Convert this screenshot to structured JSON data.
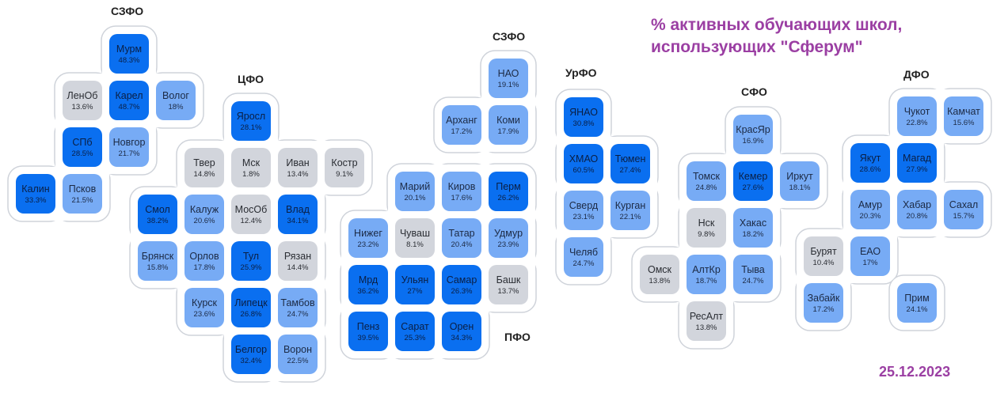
{
  "title": {
    "line1": "% активных обучающих школ,",
    "line2": "использующих \"Сферум\""
  },
  "date": "25.12.2023",
  "colors": {
    "dark": "#0a6ff0",
    "medium": "#77abf5",
    "gray": "#d2d5dc",
    "accent": "#9b3fa3"
  },
  "districts": [
    {
      "label": "СЗФО",
      "regions": [
        {
          "name": "Мурм",
          "value": "48.3%",
          "level": "dark"
        },
        {
          "name": "ЛенОб",
          "value": "13.6%",
          "level": "gray"
        },
        {
          "name": "Карел",
          "value": "48.7%",
          "level": "dark"
        },
        {
          "name": "Волог",
          "value": "18%",
          "level": "medium"
        },
        {
          "name": "СПб",
          "value": "28.5%",
          "level": "dark"
        },
        {
          "name": "Новгор",
          "value": "21.7%",
          "level": "medium"
        },
        {
          "name": "Калин",
          "value": "33.3%",
          "level": "dark"
        },
        {
          "name": "Псков",
          "value": "21.5%",
          "level": "medium"
        }
      ]
    },
    {
      "label": "ЦФО",
      "regions": [
        {
          "name": "Яросл",
          "value": "28.1%",
          "level": "dark"
        },
        {
          "name": "Твер",
          "value": "14.8%",
          "level": "gray"
        },
        {
          "name": "Мск",
          "value": "1.8%",
          "level": "gray"
        },
        {
          "name": "Иван",
          "value": "13.4%",
          "level": "gray"
        },
        {
          "name": "Костр",
          "value": "9.1%",
          "level": "gray"
        },
        {
          "name": "Смол",
          "value": "38.2%",
          "level": "dark"
        },
        {
          "name": "Калуж",
          "value": "20.6%",
          "level": "medium"
        },
        {
          "name": "МосОб",
          "value": "12.4%",
          "level": "gray"
        },
        {
          "name": "Влад",
          "value": "34.1%",
          "level": "dark"
        },
        {
          "name": "Брянск",
          "value": "15.8%",
          "level": "medium"
        },
        {
          "name": "Орлов",
          "value": "17.8%",
          "level": "medium"
        },
        {
          "name": "Тул",
          "value": "25.9%",
          "level": "dark"
        },
        {
          "name": "Рязан",
          "value": "14.4%",
          "level": "gray"
        },
        {
          "name": "Курск",
          "value": "23.6%",
          "level": "medium"
        },
        {
          "name": "Липецк",
          "value": "26.8%",
          "level": "dark"
        },
        {
          "name": "Тамбов",
          "value": "24.7%",
          "level": "medium"
        },
        {
          "name": "Белгор",
          "value": "32.4%",
          "level": "dark"
        },
        {
          "name": "Ворон",
          "value": "22.5%",
          "level": "medium"
        }
      ]
    },
    {
      "label": "СЗФО",
      "regions": [
        {
          "name": "НАО",
          "value": "19.1%",
          "level": "medium"
        },
        {
          "name": "Арханг",
          "value": "17.2%",
          "level": "medium"
        },
        {
          "name": "Коми",
          "value": "17.9%",
          "level": "medium"
        }
      ]
    },
    {
      "label": "ПФО",
      "regions": [
        {
          "name": "Марий",
          "value": "20.1%",
          "level": "medium"
        },
        {
          "name": "Киров",
          "value": "17.6%",
          "level": "medium"
        },
        {
          "name": "Перм",
          "value": "26.2%",
          "level": "dark"
        },
        {
          "name": "Нижег",
          "value": "23.2%",
          "level": "medium"
        },
        {
          "name": "Чуваш",
          "value": "8.1%",
          "level": "gray"
        },
        {
          "name": "Татар",
          "value": "20.4%",
          "level": "medium"
        },
        {
          "name": "Удмур",
          "value": "23.9%",
          "level": "medium"
        },
        {
          "name": "Мрд",
          "value": "36.2%",
          "level": "dark"
        },
        {
          "name": "Ульян",
          "value": "27%",
          "level": "dark"
        },
        {
          "name": "Самар",
          "value": "26.3%",
          "level": "dark"
        },
        {
          "name": "Башк",
          "value": "13.7%",
          "level": "gray"
        },
        {
          "name": "Пенз",
          "value": "39.5%",
          "level": "dark"
        },
        {
          "name": "Сарат",
          "value": "25.3%",
          "level": "dark"
        },
        {
          "name": "Орен",
          "value": "34.3%",
          "level": "dark"
        }
      ]
    },
    {
      "label": "УрФО",
      "regions": [
        {
          "name": "ЯНАО",
          "value": "30.8%",
          "level": "dark"
        },
        {
          "name": "ХМАО",
          "value": "60.5%",
          "level": "dark"
        },
        {
          "name": "Тюмен",
          "value": "27.4%",
          "level": "dark"
        },
        {
          "name": "Сверд",
          "value": "23.1%",
          "level": "medium"
        },
        {
          "name": "Курган",
          "value": "22.1%",
          "level": "medium"
        },
        {
          "name": "Челяб",
          "value": "24.7%",
          "level": "medium"
        }
      ]
    },
    {
      "label": "СФО",
      "regions": [
        {
          "name": "КрасЯр",
          "value": "16.9%",
          "level": "medium"
        },
        {
          "name": "Томск",
          "value": "24.8%",
          "level": "medium"
        },
        {
          "name": "Кемер",
          "value": "27.6%",
          "level": "dark"
        },
        {
          "name": "Иркут",
          "value": "18.1%",
          "level": "medium"
        },
        {
          "name": "Нск",
          "value": "9.8%",
          "level": "gray"
        },
        {
          "name": "Хакас",
          "value": "18.2%",
          "level": "medium"
        },
        {
          "name": "Омск",
          "value": "13.8%",
          "level": "gray"
        },
        {
          "name": "АлтКр",
          "value": "18.7%",
          "level": "medium"
        },
        {
          "name": "Тыва",
          "value": "24.7%",
          "level": "medium"
        },
        {
          "name": "РесАлт",
          "value": "13.8%",
          "level": "gray"
        }
      ]
    },
    {
      "label": "ДФО",
      "regions": [
        {
          "name": "Чукот",
          "value": "22.8%",
          "level": "medium"
        },
        {
          "name": "Камчат",
          "value": "15.6%",
          "level": "medium"
        },
        {
          "name": "Якут",
          "value": "28.6%",
          "level": "dark"
        },
        {
          "name": "Магад",
          "value": "27.9%",
          "level": "dark"
        },
        {
          "name": "Амур",
          "value": "20.3%",
          "level": "medium"
        },
        {
          "name": "Хабар",
          "value": "20.8%",
          "level": "medium"
        },
        {
          "name": "Сахал",
          "value": "15.7%",
          "level": "medium"
        },
        {
          "name": "Бурят",
          "value": "10.4%",
          "level": "gray"
        },
        {
          "name": "ЕАО",
          "value": "17%",
          "level": "medium"
        },
        {
          "name": "Забайк",
          "value": "17.2%",
          "level": "medium"
        },
        {
          "name": "Прим",
          "value": "24.1%",
          "level": "medium"
        }
      ]
    }
  ]
}
